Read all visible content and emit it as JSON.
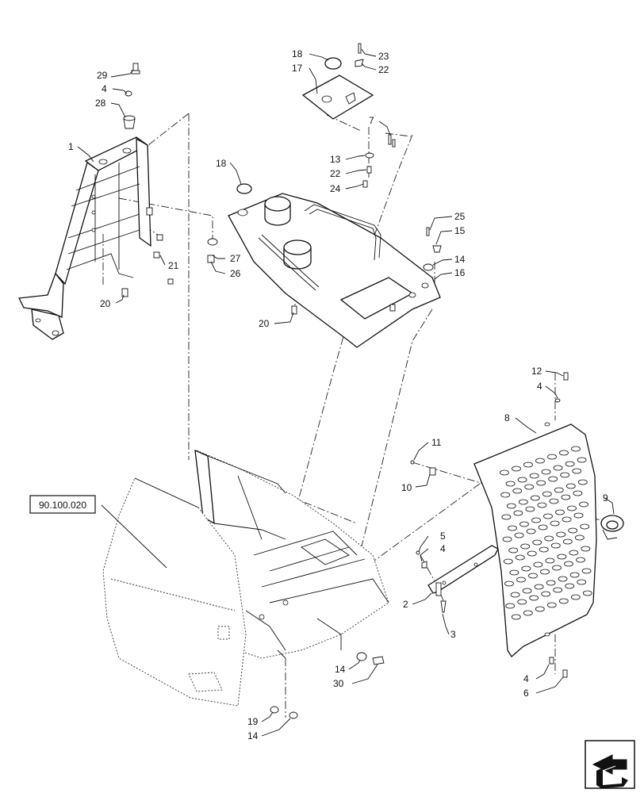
{
  "reference_box": "90.100.020",
  "callouts": [
    {
      "id": "c29",
      "text": "29"
    },
    {
      "id": "c4a",
      "text": "4"
    },
    {
      "id": "c28",
      "text": "28"
    },
    {
      "id": "c1",
      "text": "1"
    },
    {
      "id": "c20a",
      "text": "20"
    },
    {
      "id": "c21",
      "text": "21"
    },
    {
      "id": "c27",
      "text": "27"
    },
    {
      "id": "c26",
      "text": "26"
    },
    {
      "id": "c18a",
      "text": "18"
    },
    {
      "id": "c17",
      "text": "17"
    },
    {
      "id": "c23",
      "text": "23"
    },
    {
      "id": "c22a",
      "text": "22"
    },
    {
      "id": "c7",
      "text": "7"
    },
    {
      "id": "c13",
      "text": "13"
    },
    {
      "id": "c22b",
      "text": "22"
    },
    {
      "id": "c24",
      "text": "24"
    },
    {
      "id": "c18b",
      "text": "18"
    },
    {
      "id": "c25",
      "text": "25"
    },
    {
      "id": "c15",
      "text": "15"
    },
    {
      "id": "c14a",
      "text": "14"
    },
    {
      "id": "c16",
      "text": "16"
    },
    {
      "id": "c20b",
      "text": "20"
    },
    {
      "id": "c12",
      "text": "12"
    },
    {
      "id": "c4b",
      "text": "4"
    },
    {
      "id": "c8",
      "text": "8"
    },
    {
      "id": "c11",
      "text": "11"
    },
    {
      "id": "c10",
      "text": "10"
    },
    {
      "id": "c9",
      "text": "9"
    },
    {
      "id": "c5",
      "text": "5"
    },
    {
      "id": "c4c",
      "text": "4"
    },
    {
      "id": "c2",
      "text": "2"
    },
    {
      "id": "c3",
      "text": "3"
    },
    {
      "id": "c14b",
      "text": "14"
    },
    {
      "id": "c30",
      "text": "30"
    },
    {
      "id": "c19",
      "text": "19"
    },
    {
      "id": "c14c",
      "text": "14"
    },
    {
      "id": "c4d",
      "text": "4"
    },
    {
      "id": "c6",
      "text": "6"
    }
  ],
  "icons": {
    "nav": "next-page-arrow-icon"
  }
}
